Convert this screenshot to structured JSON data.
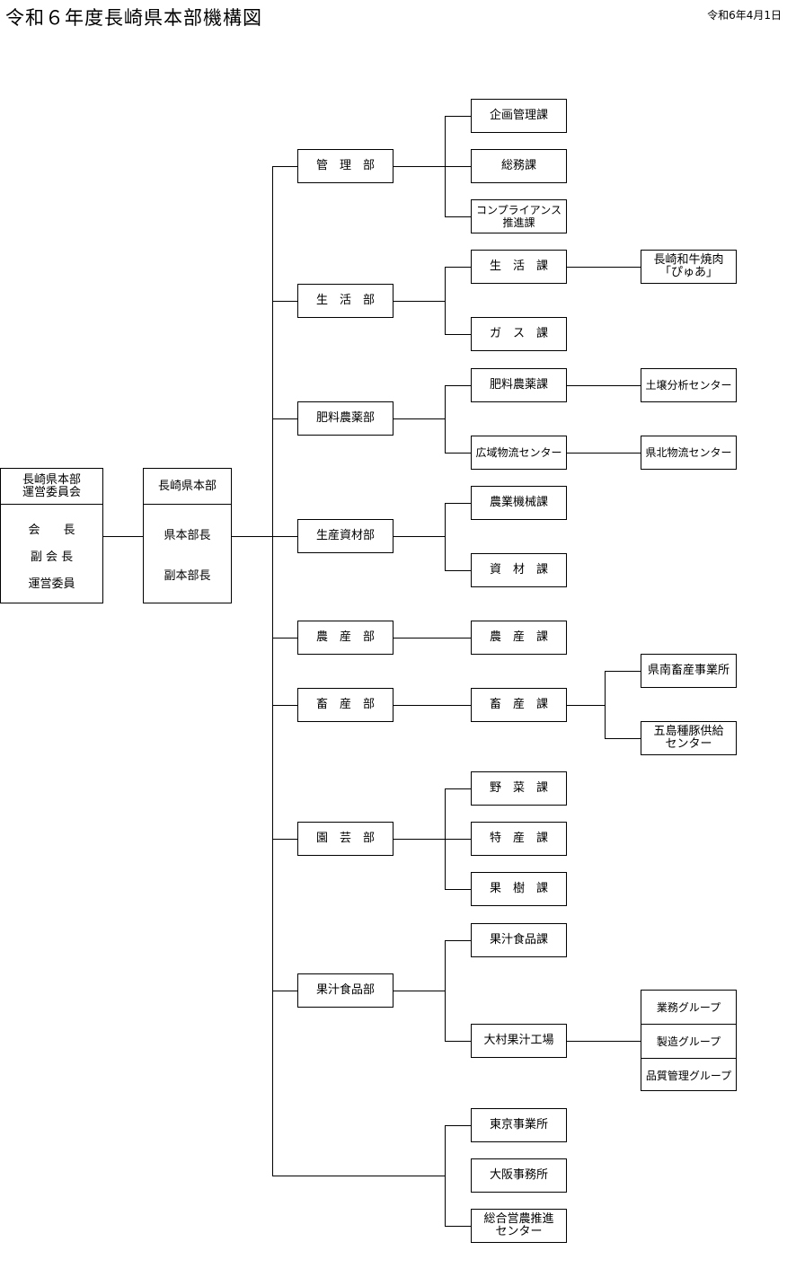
{
  "title": "令和６年度長崎県本部機構図",
  "date": "令和6年4月1日",
  "committee": {
    "title": "長崎県本部\n運営委員会",
    "members": [
      "会　　長",
      "副 会 長",
      "運営委員"
    ]
  },
  "hq": {
    "title": "長崎県本部",
    "members": [
      "県本部長",
      "副本部長"
    ]
  },
  "departments": [
    {
      "name": "管　理　部",
      "sections": [
        {
          "name": "企画管理課"
        },
        {
          "name": "総務課"
        },
        {
          "name": "コンプライアンス\n推進課"
        }
      ]
    },
    {
      "name": "生　活　部",
      "sections": [
        {
          "name": "生　活　課",
          "subs": [
            "長崎和牛焼肉\n「ぴゅあ」"
          ]
        },
        {
          "name": "ガ　ス　課"
        }
      ]
    },
    {
      "name": "肥料農薬部",
      "sections": [
        {
          "name": "肥料農薬課",
          "subs": [
            "土壌分析センター"
          ]
        },
        {
          "name": "広域物流センター",
          "subs": [
            "県北物流センター"
          ]
        }
      ]
    },
    {
      "name": "生産資材部",
      "sections": [
        {
          "name": "農業機械課"
        },
        {
          "name": "資　材　課"
        }
      ]
    },
    {
      "name": "農　産　部",
      "sections": [
        {
          "name": "農　産　課"
        }
      ]
    },
    {
      "name": "畜　産　部",
      "sections": [
        {
          "name": "畜　産　課",
          "subs": [
            "県南畜産事業所",
            "五島種豚供給\nセンター"
          ]
        }
      ]
    },
    {
      "name": "園　芸　部",
      "sections": [
        {
          "name": "野　菜　課"
        },
        {
          "name": "特　産　課"
        },
        {
          "name": "果　樹　課"
        }
      ]
    },
    {
      "name": "果汁食品部",
      "sections": [
        {
          "name": "果汁食品課"
        },
        {
          "name": "大村果汁工場",
          "groups": [
            "業務グループ",
            "製造グループ",
            "品質管理グループ"
          ]
        }
      ]
    }
  ],
  "offices": [
    "東京事業所",
    "大阪事務所",
    "総合営農推進\nセンター"
  ]
}
